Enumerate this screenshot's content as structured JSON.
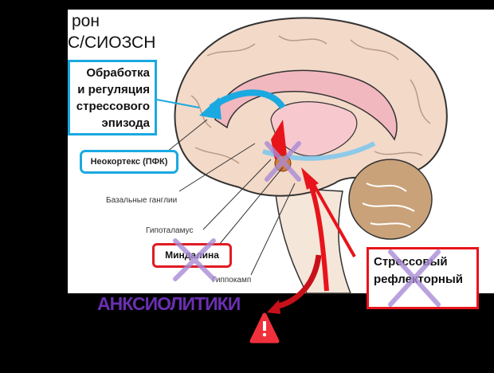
{
  "title_lines": [
    "рон",
    "С/СИОЗСН"
  ],
  "callouts": {
    "processing": [
      "Обработка",
      "и регуляция",
      "стрессового",
      "эпизода"
    ],
    "neocortex": "Неокортекс (ПФК)",
    "basal_ganglia": "Базальные ганглии",
    "hypothalamus": "Гипоталамус",
    "amygdala": "Миндалина",
    "hippocampus": "Гиппокамп",
    "stress_reflex": [
      "Стрессовый",
      "рефлекторный"
    ]
  },
  "drug_label": "АНКСИОЛИТИКИ",
  "icons": [
    "warning-icon",
    "cross-mark-icon"
  ],
  "colors": {
    "blue": "#1ba9e1",
    "red": "#e8141b",
    "purple": "#6a2fb0",
    "cross": "#a98bd6",
    "brain": "#f3d9c8"
  }
}
